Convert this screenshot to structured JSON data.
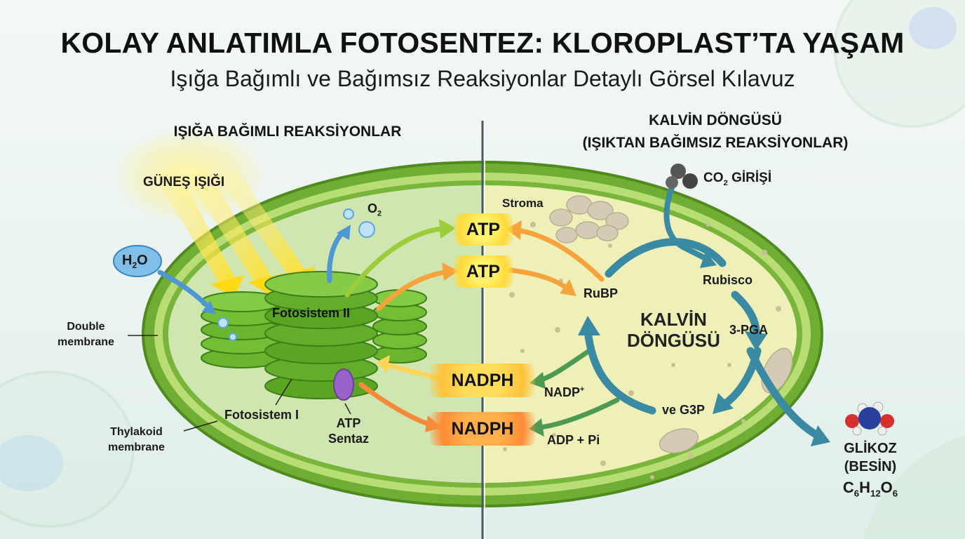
{
  "title": "KOLAY ANLATIMLA FOTOSENTEZ: KLOROPLAST’TA YAŞAM",
  "subtitle": "Işığa Bağımlı ve Bağımsız Reaksiyonlar Detaylı Görsel Kılavuz",
  "left_header": "IŞIĞA BAĞIMLI REAKSİYONLAR",
  "right_header_line1": "KALVİN DÖNGÜSÜ",
  "right_header_line2": "(IŞIKTAN BAĞIMSIZ REAKSİYONLAR)",
  "labels": {
    "sunlight": "GÜNEŞ IŞIĞI",
    "water_main": "H",
    "water_sub": "2",
    "water_end": "O",
    "oxygen_main": "O",
    "oxygen_sub": "2",
    "photosystem_ii": "Fotosistem II",
    "photosystem_i": "Fotosistem I",
    "double_membrane": "Double\nmembrane",
    "thylakoid_membrane": "Thylakoid\nmembrane",
    "atp_synthase": "ATP\nSentaz",
    "stroma": "Stroma",
    "co2_main": "CO",
    "co2_sub": "2",
    "co2_end": " GİRİŞİ",
    "rubp": "RuBP",
    "rubisco": "Rubisco",
    "pga": "3-PGA",
    "g3p": "ve G3P",
    "nadp_main": "NADP",
    "nadp_sup": "+",
    "adp_pi": "ADP + Pi",
    "calvin_center": "KALVİN\nDÖNGÜSÜ",
    "glucose_line1": "GLİKOZ",
    "glucose_line2": "(BESİN)",
    "glucose_c": "C",
    "glucose_c_sub": "6",
    "glucose_h": "H",
    "glucose_h_sub": "12",
    "glucose_o": "O",
    "glucose_o_sub": "6"
  },
  "chips": {
    "atp_top": "ATP",
    "atp_mid": "ATP",
    "nadph_top": "NADPH",
    "nadph_bottom": "NADPH"
  },
  "colors": {
    "outer_membrane": "#5f9d2a",
    "inner_membrane": "#8bc34a",
    "thylakoid_green": "#5aa524",
    "stroma_left": "#cfe6b0",
    "stroma_right": "#eef0b8",
    "calvin_arrow": "#3b8aa4",
    "sunlight": "#ffe23a",
    "water_blue": "#5aa5dd",
    "atp_arrow_green": "#9bcc3a",
    "atp_arrow_orange": "#f7a33c",
    "nadph_arrow_green": "#4e9a52"
  }
}
